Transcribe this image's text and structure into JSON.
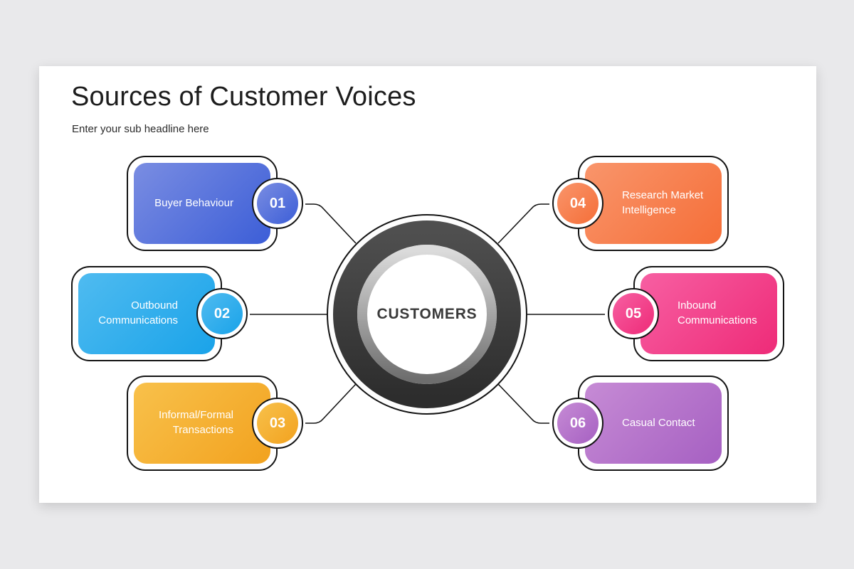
{
  "slide": {
    "title": "Sources of Customer Voices",
    "subtitle": "Enter your sub headline here",
    "background": "#ffffff",
    "page_background": "#e9e9eb",
    "outline_color": "#141414"
  },
  "center": {
    "label": "CUSTOMERS",
    "ring_dark_top": "#4f4f4f",
    "ring_dark_bottom": "#2d2d2d",
    "ring_light_top": "#dcdcdc",
    "ring_light_bottom": "#6e6e6e"
  },
  "items": [
    {
      "number": "01",
      "label": "Buyer Behaviour",
      "side": "left",
      "gradient_from": "#7a8de2",
      "gradient_to": "#3c5ed7"
    },
    {
      "number": "02",
      "label": "Outbound Communications",
      "side": "left",
      "gradient_from": "#4fbbf0",
      "gradient_to": "#1aa3e9"
    },
    {
      "number": "03",
      "label": "Informal/Formal Transactions",
      "side": "left",
      "gradient_from": "#f8c14b",
      "gradient_to": "#f2a21f"
    },
    {
      "number": "04",
      "label": "Research Market Intelligence",
      "side": "right",
      "gradient_from": "#f9956b",
      "gradient_to": "#f56e38"
    },
    {
      "number": "05",
      "label": "Inbound Communications",
      "side": "right",
      "gradient_from": "#f75fa2",
      "gradient_to": "#ee2b78"
    },
    {
      "number": "06",
      "label": "Casual Contact",
      "side": "right",
      "gradient_from": "#c68bd5",
      "gradient_to": "#a660c2"
    }
  ]
}
